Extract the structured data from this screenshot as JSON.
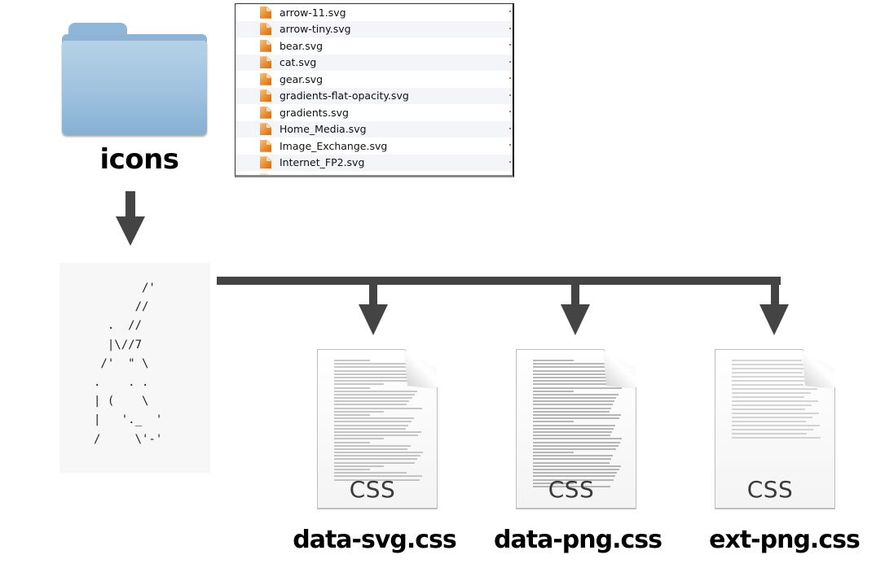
{
  "source": {
    "folder_label": "icons",
    "folder_icon": "folder-icon"
  },
  "file_list": {
    "file_icon": "svg-file-icon",
    "items": [
      "arrow-11.svg",
      "arrow-tiny.svg",
      "bear.svg",
      "cat.svg",
      "gear.svg",
      "gradients-flat-opacity.svg",
      "gradients.svg",
      "Home_Media.svg",
      "Image_Exchange.svg",
      "Internet_FP2.svg"
    ]
  },
  "processor": {
    "ascii_art": "       /'\n      //\n  .  //\n  |\\//7\n /'  \" \\\n.    . .\n| (    \\\n|   '._  '\n/     \\'-'"
  },
  "outputs": [
    {
      "filename": "data-svg.css",
      "icon_label": "CSS",
      "density": "medium"
    },
    {
      "filename": "data-png.css",
      "icon_label": "CSS",
      "density": "dense"
    },
    {
      "filename": "ext-png.css",
      "icon_label": "CSS",
      "density": "sparse"
    }
  ],
  "colors": {
    "arrow": "#444444",
    "folder": "#9fc2df",
    "file_icon": "#e98a2a"
  }
}
